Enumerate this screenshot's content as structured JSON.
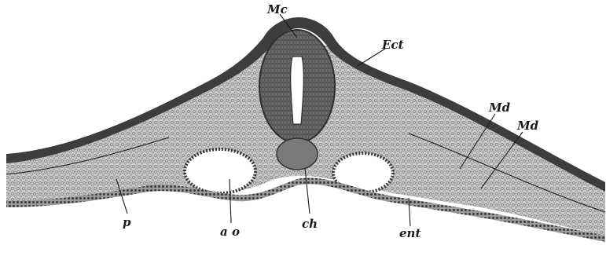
{
  "figure": {
    "labels": {
      "mc": "Mc",
      "ect": "Ect",
      "md_upper": "Md",
      "md_lower": "Md",
      "p": "p",
      "ao": "a o",
      "ch": "ch",
      "ent": "ent"
    },
    "colors": {
      "ectoderm": "#3a3a3a",
      "mesoderm": "#b9b9b9",
      "neural_tube": "#5e5e5e",
      "entoderm": "#4a4a4a",
      "background": "#ffffff"
    }
  }
}
